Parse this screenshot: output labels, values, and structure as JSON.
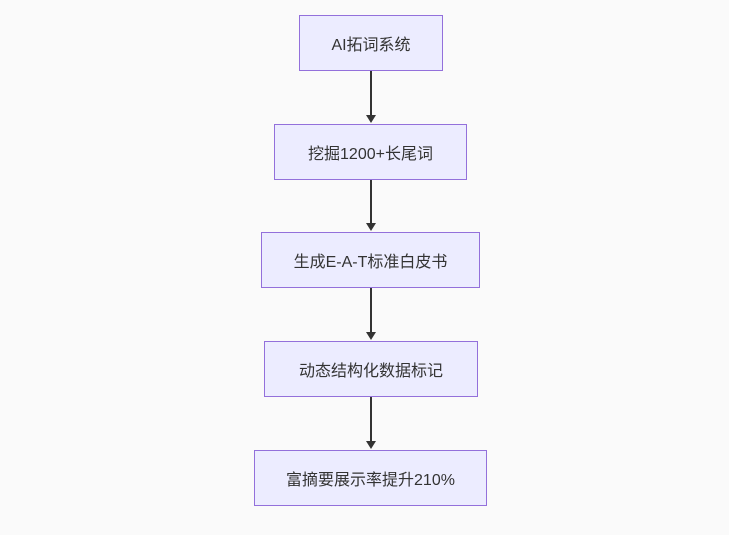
{
  "diagram": {
    "type": "flowchart",
    "direction": "top-down",
    "nodes": [
      {
        "id": "node-1",
        "label": "AI拓词系统"
      },
      {
        "id": "node-2",
        "label": "挖掘1200+长尾词"
      },
      {
        "id": "node-3",
        "label": "生成E-A-T标准白皮书"
      },
      {
        "id": "node-4",
        "label": "动态结构化数据标记"
      },
      {
        "id": "node-5",
        "label": "富摘要展示率提升210%"
      }
    ],
    "edges": [
      {
        "from": "node-1",
        "to": "node-2"
      },
      {
        "from": "node-2",
        "to": "node-3"
      },
      {
        "from": "node-3",
        "to": "node-4"
      },
      {
        "from": "node-4",
        "to": "node-5"
      }
    ],
    "colors": {
      "background": "#FAFAFA",
      "node_fill": "#ECECFF",
      "node_border": "#9370DB",
      "arrow": "#333333",
      "text": "#333333"
    }
  }
}
